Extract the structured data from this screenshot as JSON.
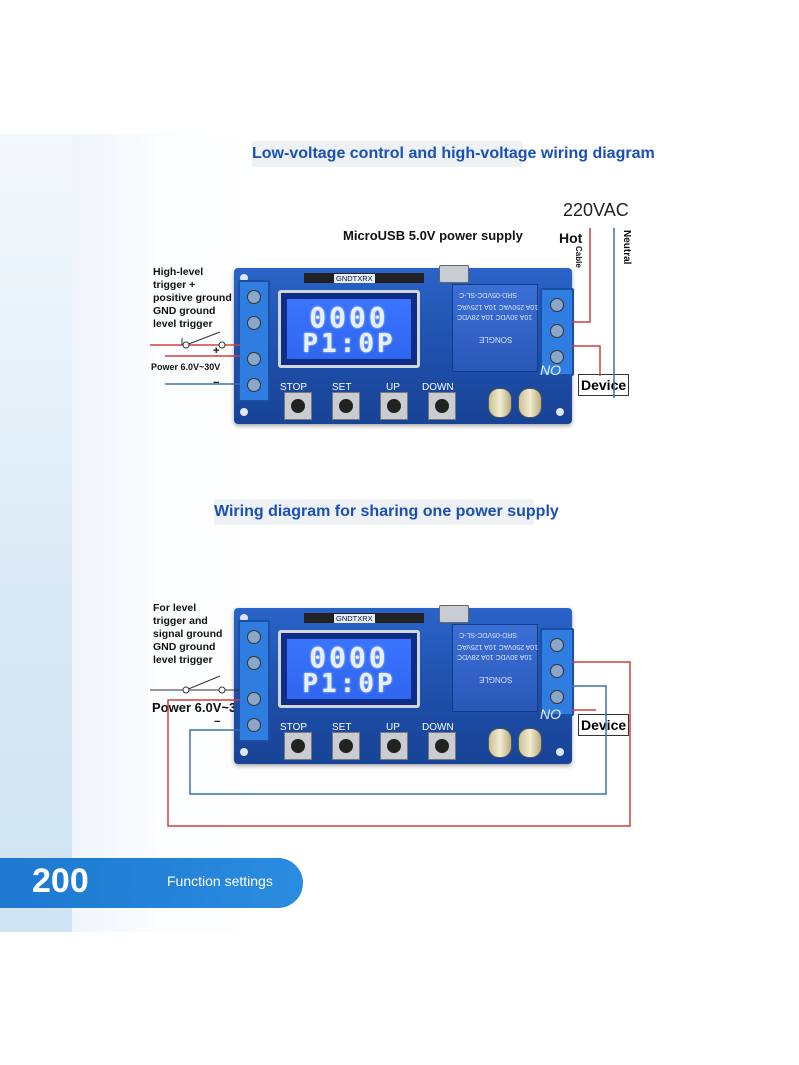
{
  "section1": {
    "title": "Low-voltage control and high-voltage wiring diagram",
    "power_label": "MicroUSB 5.0V power supply",
    "ac_label": "220VAC",
    "hot_label": "Hot",
    "cable_label": "Cable",
    "neutral_label": "Neutral",
    "trigger_label": [
      "High-level",
      "trigger +",
      "positive ground",
      "GND ground",
      "level trigger"
    ],
    "power_range": "Power 6.0V~30V",
    "plus": "+",
    "minus": "−",
    "device": "Device"
  },
  "section2": {
    "title": "Wiring diagram for sharing one power supply",
    "trigger_label": [
      "For level",
      "trigger and",
      "signal ground",
      "GND ground",
      "level trigger"
    ],
    "power_range": "Power 6.0V~30V",
    "minus": "−",
    "device": "Device"
  },
  "board": {
    "lcd_line1": "0000",
    "lcd_line2": "P1:0P",
    "header_label": "GNDTXRX",
    "buttons": [
      "STOP",
      "SET",
      "UP",
      "DOWN"
    ],
    "no_label": "NO",
    "relay_line1": "SRD-05VDC-SL-C",
    "relay_line2": "10A 250VAC 10A 125VAC",
    "relay_line3": "10A 30VDC 10A 28VDC",
    "relay_brand": "SONGLE"
  },
  "footer": {
    "number": "200",
    "text": "Function settings"
  },
  "colors": {
    "title_blue": "#1b4fb4",
    "wire_red": "#d04040",
    "wire_blue": "#3c6fb8",
    "board_blue": "#1d4ea8",
    "footer_blue": "#1d78d0"
  }
}
